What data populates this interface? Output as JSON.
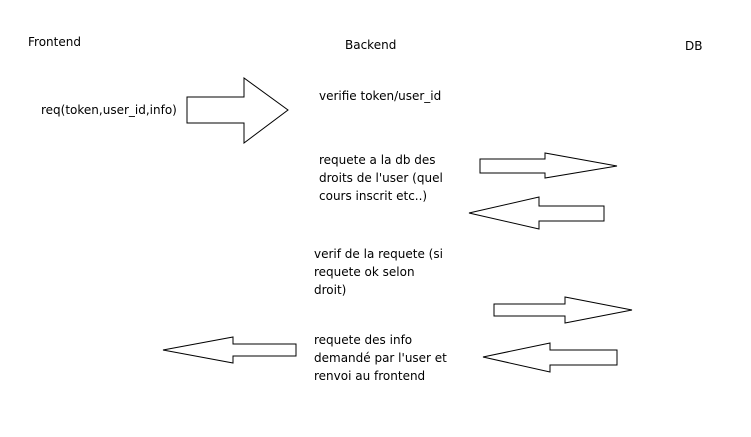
{
  "columns": {
    "frontend": "Frontend",
    "backend": "Backend",
    "db": "DB"
  },
  "request": "req(token,user_id,info)",
  "steps": {
    "verify_token": "verifie token/user_id",
    "query_rights": [
      "requete a la db  des",
      "droits de l'user (quel",
      "cours inscrit etc..)"
    ],
    "verify_request": [
      "verif de la requete (si",
      "requete ok selon",
      "droit)"
    ],
    "fetch_info": [
      "requete des info",
      "demandé par l'user et",
      "renvoi au frontend"
    ]
  },
  "arrows": [
    {
      "name": "arrow-frontend-to-backend",
      "direction": "right"
    },
    {
      "name": "arrow-backend-to-db-rights",
      "direction": "right"
    },
    {
      "name": "arrow-db-to-backend-rights",
      "direction": "left"
    },
    {
      "name": "arrow-backend-to-db-info",
      "direction": "right"
    },
    {
      "name": "arrow-db-to-backend-info",
      "direction": "left"
    },
    {
      "name": "arrow-backend-to-frontend",
      "direction": "left"
    }
  ],
  "colors": {
    "stroke": "#000000",
    "fill": "#ffffff",
    "text": "#000000"
  }
}
